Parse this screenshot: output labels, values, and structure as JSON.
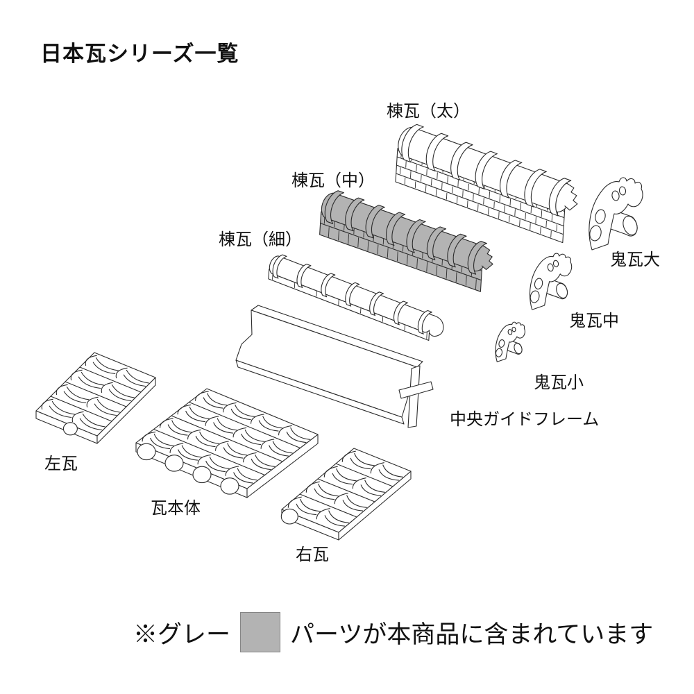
{
  "title": "日本瓦シリーズ一覧",
  "parts": [
    {
      "id": "mune-futo",
      "label": "棟瓦（太）"
    },
    {
      "id": "mune-naka",
      "label": "棟瓦（中）",
      "included": true
    },
    {
      "id": "mune-hoso",
      "label": "棟瓦（細）"
    },
    {
      "id": "oni-dai",
      "label": "鬼瓦大"
    },
    {
      "id": "oni-chu",
      "label": "鬼瓦中"
    },
    {
      "id": "oni-sho",
      "label": "鬼瓦小"
    },
    {
      "id": "center-guide",
      "label": "中央ガイドフレーム"
    },
    {
      "id": "hidari-kawara",
      "label": "左瓦"
    },
    {
      "id": "kawara-hontai",
      "label": "瓦本体"
    },
    {
      "id": "migi-kawara",
      "label": "右瓦"
    }
  ],
  "note": {
    "prefix": "※グレー",
    "suffix": "パーツが本商品に含まれています"
  },
  "colors": {
    "background": "#ffffff",
    "line": "#2b2b2b",
    "part_white": "#ffffff",
    "included_gray": "#b3b3b3",
    "swatch_border": "#858585",
    "text": "#111111"
  }
}
